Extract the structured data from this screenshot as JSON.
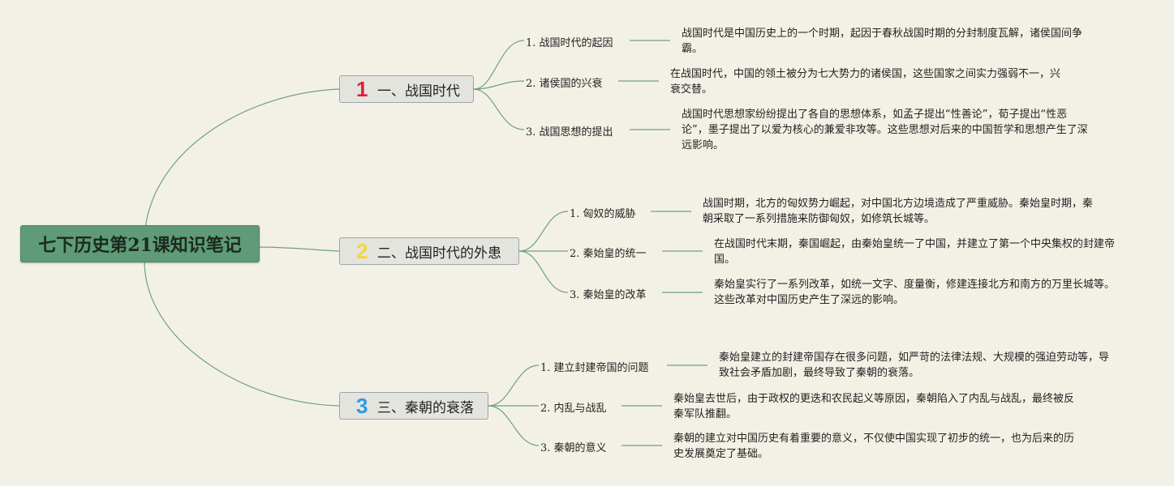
{
  "root": {
    "label": "七下历史第21课知识笔记"
  },
  "branches": [
    {
      "number": "1",
      "number_color": "#e0203a",
      "label": "一、战国时代",
      "items": [
        {
          "label": "1. 战国时代的起因",
          "note": "战国时代是中国历史上的一个时期，起因于春秋战国时期的分封制度瓦解，诸侯国间争霸。"
        },
        {
          "label": "2. 诸侯国的兴衰",
          "note": "在战国时代，中国的领土被分为七大势力的诸侯国，这些国家之间实力强弱不一，兴衰交替。"
        },
        {
          "label": "3. 战国思想的提出",
          "note": "战国时代思想家纷纷提出了各自的思想体系，如孟子提出“性善论”，荀子提出“性恶论”，墨子提出了以爱为核心的兼爱非攻等。这些思想对后来的中国哲学和思想产生了深远影响。"
        }
      ]
    },
    {
      "number": "2",
      "number_color": "#f5d43a",
      "label": "二、战国时代的外患",
      "items": [
        {
          "label": "1. 匈奴的威胁",
          "note": "战国时期，北方的匈奴势力崛起，对中国北方边境造成了严重威胁。秦始皇时期，秦朝采取了一系列措施来防御匈奴，如修筑长城等。"
        },
        {
          "label": "2. 秦始皇的统一",
          "note": "在战国时代末期，秦国崛起，由秦始皇统一了中国，并建立了第一个中央集权的封建帝国。"
        },
        {
          "label": "3. 秦始皇的改革",
          "note": "秦始皇实行了一系列改革，如统一文字、度量衡，修建连接北方和南方的万里长城等。这些改革对中国历史产生了深远的影响。"
        }
      ]
    },
    {
      "number": "3",
      "number_color": "#2b9be0",
      "label": "三、秦朝的衰落",
      "items": [
        {
          "label": "1. 建立封建帝国的问题",
          "note": "秦始皇建立的封建帝国存在很多问题，如严苛的法律法规、大规模的强迫劳动等，导致社会矛盾加剧，最终导致了秦朝的衰落。"
        },
        {
          "label": "2. 内乱与战乱",
          "note": "秦始皇去世后，由于政权的更迭和农民起义等原因，秦朝陷入了内乱与战乱，最终被反秦军队推翻。"
        },
        {
          "label": "3. 秦朝的意义",
          "note": "秦朝的建立对中国历史有着重要的意义，不仅使中国实现了初步的统一，也为后来的历史发展奠定了基础。"
        }
      ]
    }
  ]
}
